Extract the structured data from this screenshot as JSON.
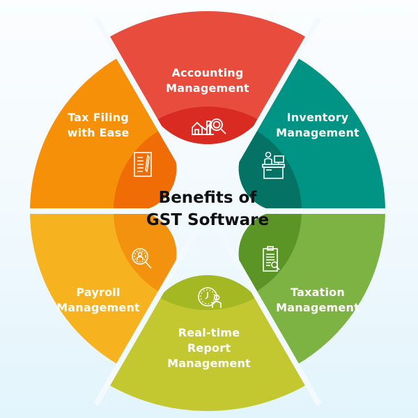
{
  "diagram": {
    "title_line1": "Benefits of",
    "title_line2": "GST Software",
    "background": {
      "top": "#fbfdfe",
      "bottom": "#e2f4fc"
    },
    "segments": [
      {
        "id": "accounting",
        "line1": "Accounting",
        "line2": "Management",
        "line3": "",
        "icon": "chart-magnifier-icon",
        "color": "#e84c3d",
        "inner_color": "#d92b22"
      },
      {
        "id": "inventory",
        "line1": "Inventory",
        "line2": "Management",
        "line3": "",
        "icon": "desk-computer-person-icon",
        "color": "#019384",
        "inner_color": "#047265"
      },
      {
        "id": "taxation",
        "line1": "Taxation",
        "line2": "Management",
        "line3": "",
        "icon": "clipboard-search-icon",
        "color": "#7cb342",
        "inner_color": "#5a9526"
      },
      {
        "id": "realtime",
        "line1": "Real-time",
        "line2": "Report",
        "line3": "Management",
        "icon": "clock-person-icon",
        "color": "#c3c830",
        "inner_color": "#a4b823"
      },
      {
        "id": "payroll",
        "line1": "Payroll",
        "line2": "Management",
        "line3": "",
        "icon": "person-magnifier-icon",
        "color": "#f6b21f",
        "inner_color": "#f2920e"
      },
      {
        "id": "taxfiling",
        "line1": "Tax Filing",
        "line2": "with Ease",
        "line3": "",
        "icon": "document-pen-icon",
        "color": "#f79009",
        "inner_color": "#ef6d04"
      }
    ]
  }
}
